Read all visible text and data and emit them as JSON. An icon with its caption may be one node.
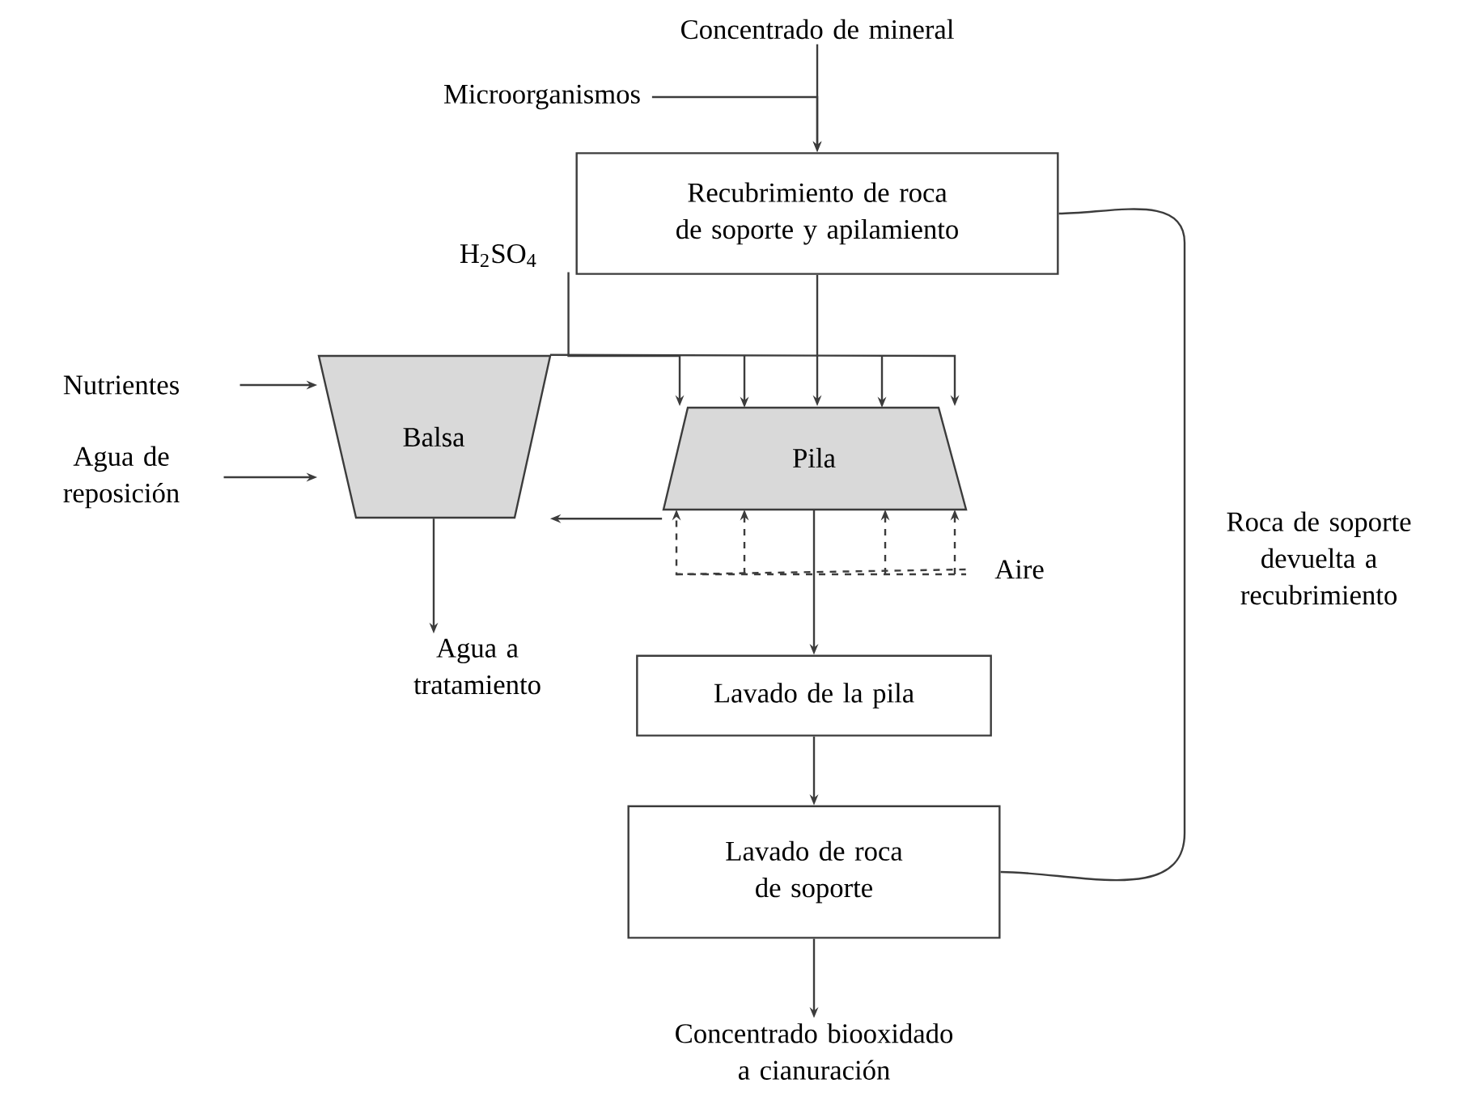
{
  "diagram": {
    "nodes": [
      {
        "text": [
          "Concentrado de mineral"
        ]
      },
      {
        "text": [
          "Microorganismos"
        ]
      },
      {
        "text": [
          "Recubrimiento de roca de soporte y apilamiento"
        ]
      },
      {
        "text": [
          "H$_{2}$SO$_{4}$"
        ]
      },
      {
        "text": [
          "Nutrientes"
        ]
      },
      {
        "text": [
          "Agua de reposición"
        ]
      },
      {
        "text": [
          "Balsa"
        ]
      },
      {
        "text": [
          "Pila"
        ]
      },
      {
        "text": [
          "Aire"
        ]
      },
      {
        "text": [
          "Agua a tratamiento"
        ]
      },
      {
        "text": [
          "Lavado de la pila"
        ]
      },
      {
        "text": [
          "Lavado de roca de soporte"
        ]
      },
      {
        "text": [
          "Concentrado biooxidado a cianuración"
        ]
      }
    ],
    "edges": [
      {
        "from": 0,
        "to": 2,
        "arrow": "to"
      },
      {
        "from": 1,
        "to": 2,
        "arrow": "to"
      },
      {
        "from": 2,
        "to": 7,
        "arrow": "to"
      },
      {
        "from": 3,
        "to": 7,
        "arrow": "to"
      },
      {
        "from": 6,
        "to": 7,
        "arrow": "to"
      },
      {
        "from": 8,
        "to": 7,
        "arrow": "to",
        "style": "dashed"
      },
      {
        "from": 7,
        "to": 6,
        "arrow": "to"
      },
      {
        "from": 4,
        "to": 6,
        "arrow": "to"
      },
      {
        "from": 5,
        "to": 6,
        "arrow": "to"
      },
      {
        "from": 6,
        "to": 9,
        "arrow": "to"
      },
      {
        "from": 7,
        "to": 10,
        "arrow": "to"
      },
      {
        "from": 10,
        "to": 11,
        "arrow": "to"
      },
      {
        "from": 11,
        "to": 12,
        "arrow": "to"
      },
      {
        "from": 11,
        "to": 2,
        "arrow": "none",
        "label": "Roca de soporte devuelta a recubrimiento"
      }
    ]
  }
}
